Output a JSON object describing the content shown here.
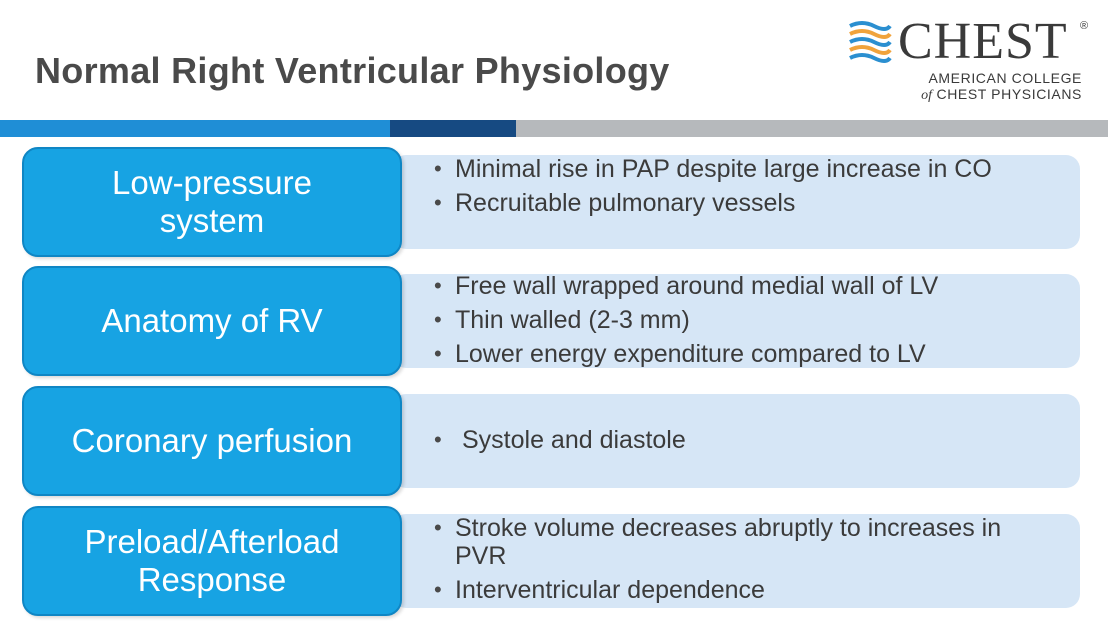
{
  "title": "Normal Right Ventricular Physiology",
  "logo": {
    "name": "CHEST",
    "registered": "®",
    "line1": "AMERICAN COLLEGE",
    "line2_of": "of",
    "line2_rest": "CHEST PHYSICIANS",
    "icon": "chest-stripes-logo"
  },
  "colors": {
    "accent_blue": "#17a3e3",
    "dark_blue": "#164a82",
    "panel": "#d6e6f6",
    "bar_gray": "#b6b9bc"
  },
  "rows": [
    {
      "label_lines": [
        "Low-pressure",
        "system"
      ],
      "bullets": [
        "Minimal rise in PAP despite large increase in CO",
        "Recruitable pulmonary vessels"
      ]
    },
    {
      "label_lines": [
        "Anatomy of RV"
      ],
      "bullets": [
        "Free wall wrapped around medial wall of LV",
        "Thin walled (2-3 mm)",
        "Lower energy expenditure compared to LV"
      ]
    },
    {
      "label_lines": [
        "Coronary perfusion"
      ],
      "bullets": [
        "Systole and diastole"
      ]
    },
    {
      "label_lines": [
        "Preload/Afterload",
        "Response"
      ],
      "bullets": [
        "Stroke volume decreases abruptly to increases in PVR",
        "Interventricular dependence"
      ]
    }
  ]
}
